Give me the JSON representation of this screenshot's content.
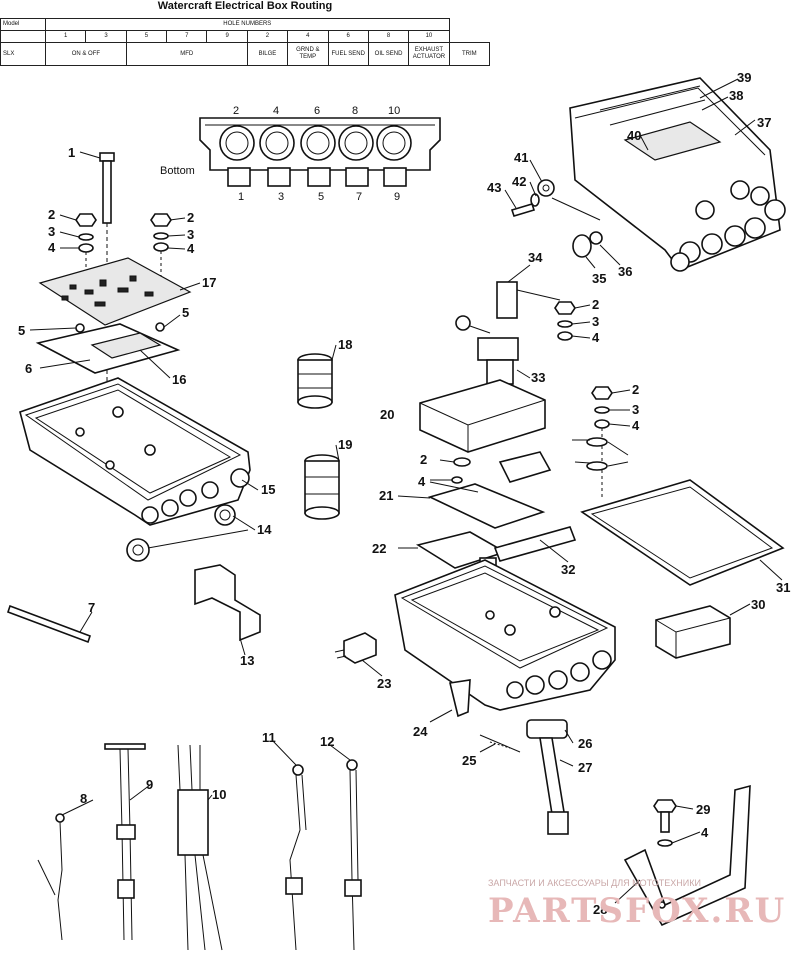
{
  "header": {
    "title": "Watercraft Electrical Box Routing",
    "model_label": "Model",
    "hole_numbers_label": "HOLE NUMBERS",
    "hole_numbers": [
      "1",
      "3",
      "5",
      "7",
      "9",
      "2",
      "4",
      "6",
      "8",
      "10"
    ],
    "row_model": "SLX",
    "row_values": [
      "ON & OFF",
      "MFD",
      "BILGE",
      "GRND & TEMP",
      "FUEL SEND",
      "OIL SEND",
      "EXHAUST ACTUATOR",
      "TRIM"
    ]
  },
  "bottom_view": {
    "label": "Bottom",
    "top_numbers": [
      "2",
      "4",
      "6",
      "8",
      "10"
    ],
    "bottom_numbers": [
      "1",
      "3",
      "5",
      "7",
      "9"
    ]
  },
  "callouts": [
    "1",
    "2",
    "3",
    "4",
    "2",
    "3",
    "4",
    "17",
    "5",
    "5",
    "6",
    "16",
    "18",
    "19",
    "15",
    "14",
    "7",
    "13",
    "8",
    "9",
    "10",
    "11",
    "12",
    "34",
    "2",
    "3",
    "4",
    "33",
    "20",
    "2",
    "3",
    "4",
    "2",
    "4",
    "21",
    "22",
    "32",
    "31",
    "30",
    "23",
    "24",
    "25",
    "26",
    "27",
    "29",
    "4",
    "28",
    "39",
    "38",
    "37",
    "40",
    "41",
    "42",
    "43",
    "35",
    "36"
  ],
  "watermark": {
    "caption": "ЗАПЧАСТИ И АКСЕССУАРЫ ДЛЯ МОТОТЕХНИКИ",
    "brand": "PARTSFOX.RU"
  }
}
